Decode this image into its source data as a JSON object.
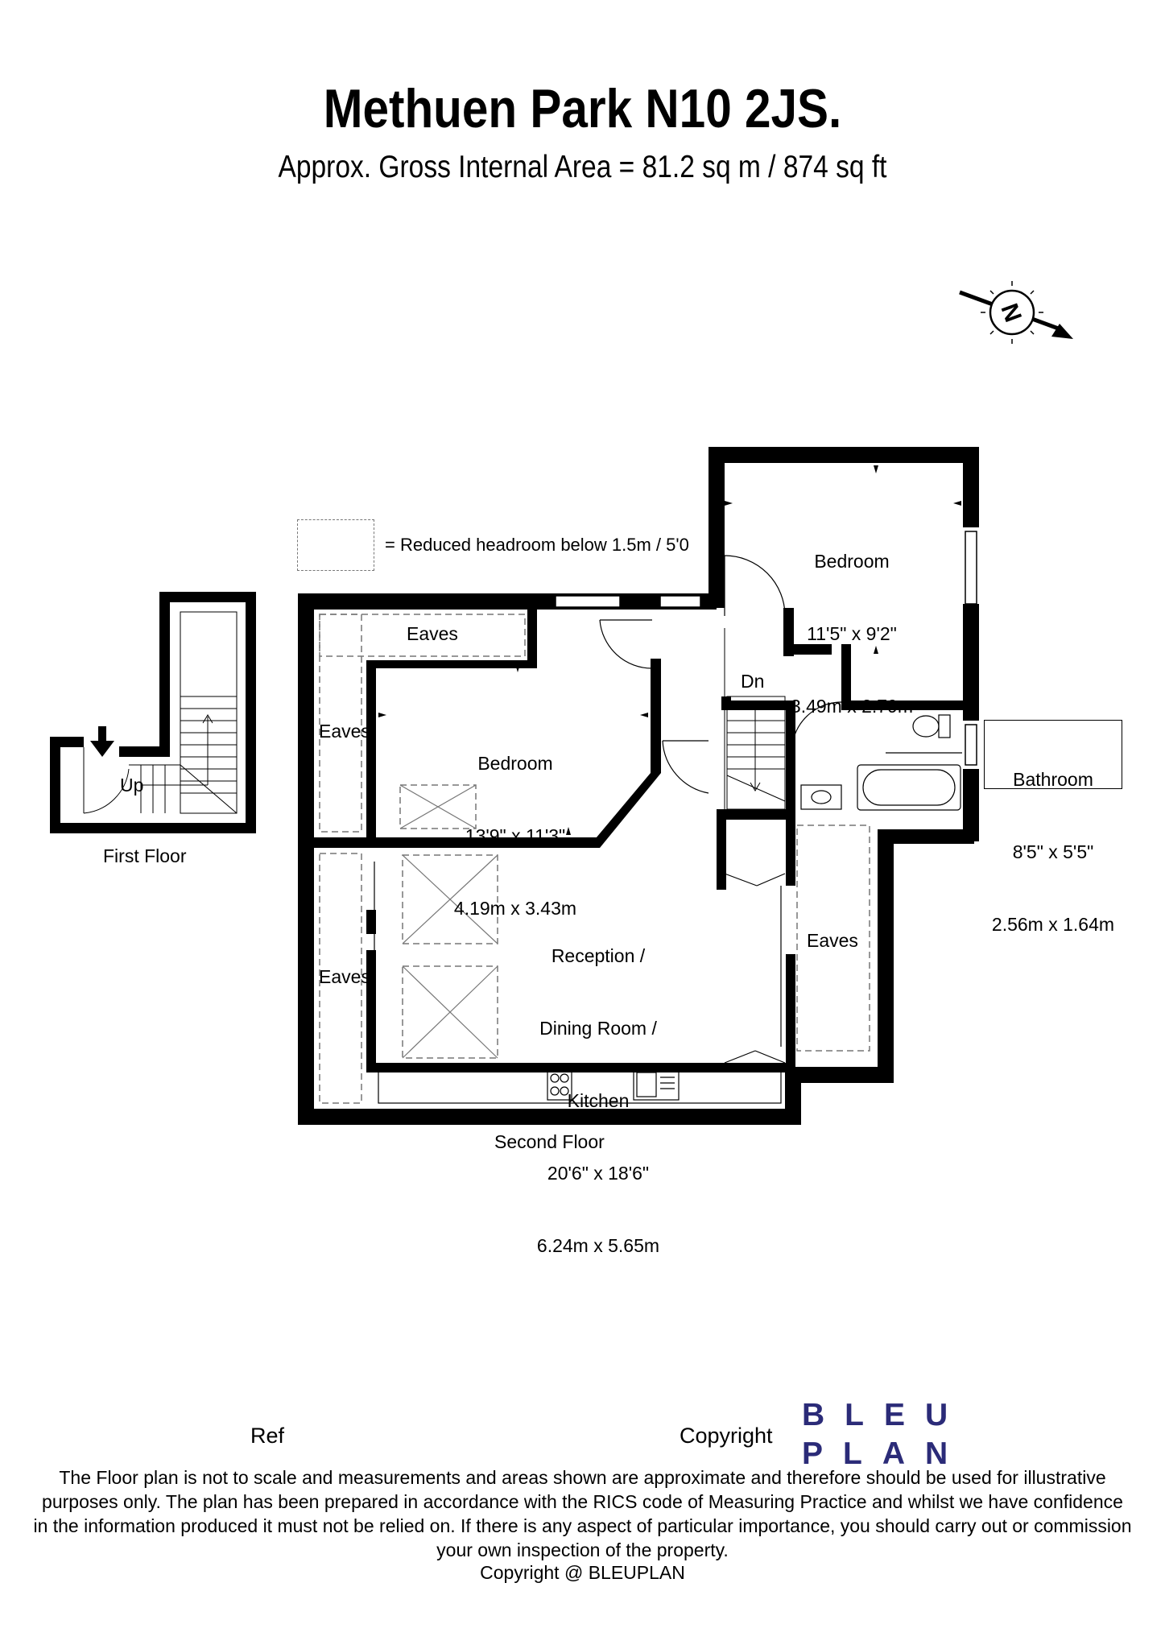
{
  "header": {
    "title": "Methuen Park N10 2JS.",
    "subtitle": "Approx. Gross Internal Area = 81.2 sq m / 874 sq ft"
  },
  "compass": {
    "letter": "N",
    "icon": "north-arrow-compass-icon"
  },
  "legend": {
    "text": "= Reduced headroom below 1.5m / 5'0"
  },
  "floors": [
    {
      "name": "First Floor"
    },
    {
      "name": "Second Floor"
    }
  ],
  "rooms": {
    "bedroom_1": {
      "name": "Bedroom",
      "imperial": "11'5\" x 9'2\"",
      "metric": "3.49m x 2.79m"
    },
    "bedroom_2": {
      "name": "Bedroom",
      "imperial": "13'9\" x 11'3\"",
      "metric": "4.19m x 3.43m"
    },
    "bathroom": {
      "name": "Bathroom",
      "imperial": "8'5\" x 5'5\"",
      "metric": "2.56m x 1.64m"
    },
    "reception": {
      "name_line1": "Reception /",
      "name_line2": "Dining Room /",
      "name_line3": "Kitchen",
      "imperial": "20'6\" x 18'6\"",
      "metric": "6.24m x 5.65m"
    }
  },
  "labels": {
    "eaves": "Eaves",
    "up": "Up",
    "dn": "Dn"
  },
  "footer": {
    "ref": "Ref",
    "copyright": "Copyright",
    "logo_line1": "BLEU",
    "logo_line2": "PLAN",
    "disclaimer": "The Floor plan is not to scale and measurements and areas shown are approximate and therefore should be used for illustrative purposes only. The plan has been prepared in accordance with the RICS code of Measuring Practice and whilst we have confidence in the information produced it must not be relied on. If there is any aspect of particular importance, you should carry out or commission your own inspection of the property.",
    "copyright_line": "Copyright @ BLEUPLAN"
  },
  "colors": {
    "wall": "#000000",
    "logo": "#2b2b78",
    "dashed": "#777777"
  }
}
